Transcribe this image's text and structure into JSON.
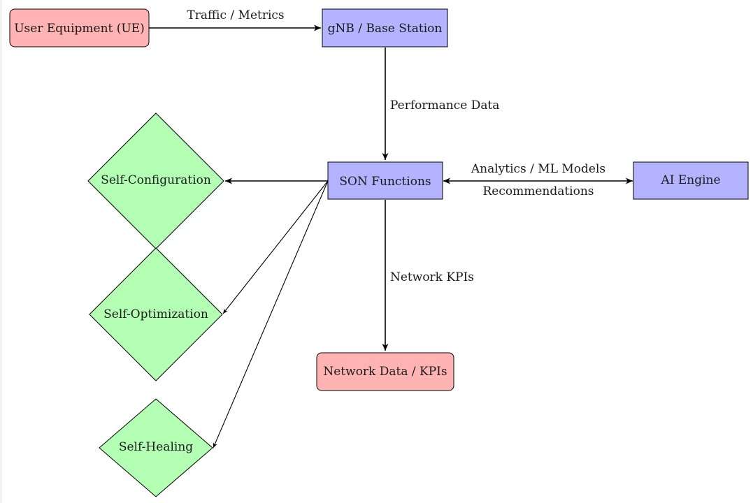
{
  "nodes": {
    "ue": "User Equipment (UE)",
    "gnb": "gNB / Base Station",
    "son": "SON Functions",
    "ai": "AI Engine",
    "netdata": "Network Data / KPIs",
    "selfconfig": "Self-Configuration",
    "selfopt": "Self-Optimization",
    "selfheal": "Self-Healing"
  },
  "edges": {
    "ue_gnb": "Traffic / Metrics",
    "gnb_son": "Performance Data",
    "son_ai_top": "Analytics / ML Models",
    "son_ai_bottom": "Recommendations",
    "son_netdata": "Network KPIs"
  },
  "colors": {
    "red_node": "#ffb3b3",
    "blue_node": "#b3b3ff",
    "green_node": "#b3ffb3"
  }
}
